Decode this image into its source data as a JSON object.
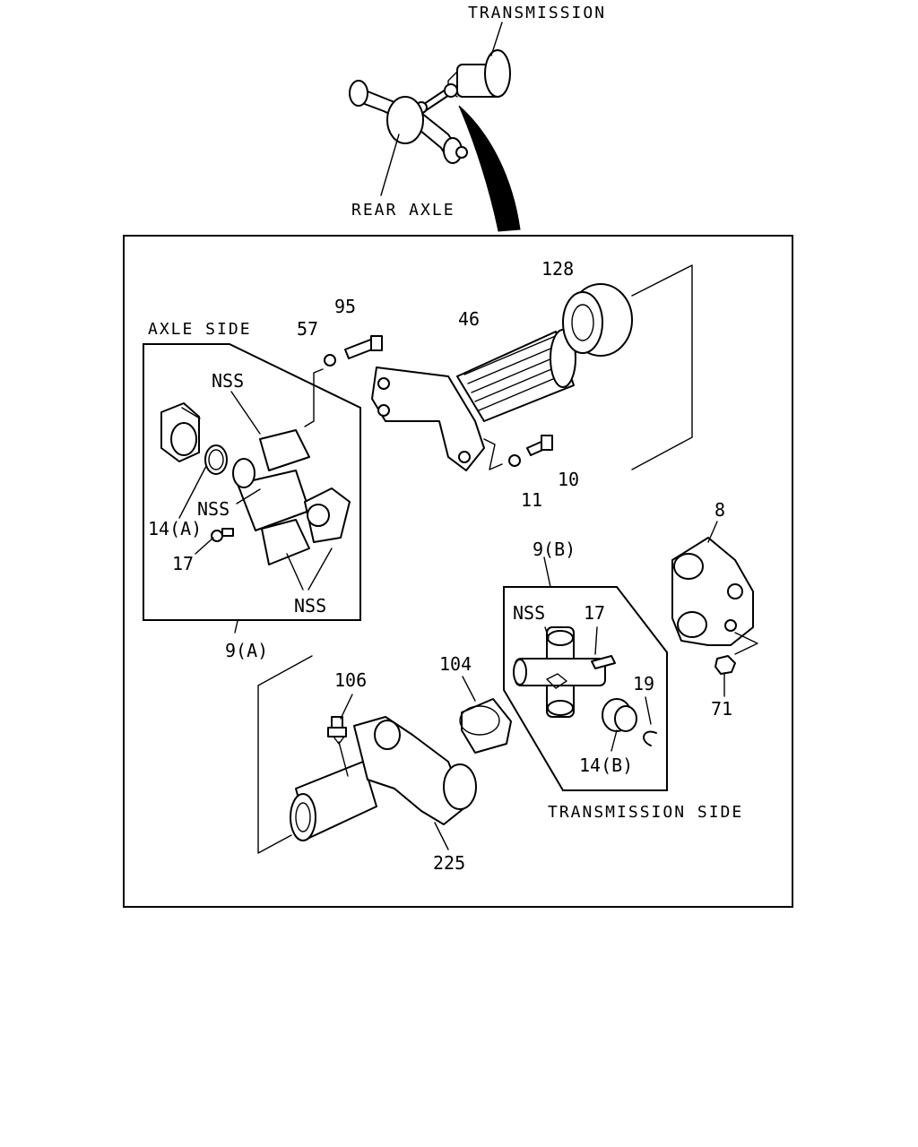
{
  "captions": {
    "transmission": "TRANSMISSION",
    "rear_axle": "REAR AXLE",
    "axle_side": "AXLE SIDE",
    "transmission_side": "TRANSMISSION SIDE"
  },
  "callouts": {
    "p128": "128",
    "p95": "95",
    "p46": "46",
    "p57": "57",
    "nss_top": "NSS",
    "nss_mid": "NSS",
    "nss_bottom": "NSS",
    "nss_right": "NSS",
    "p14a": "14(A)",
    "p17a": "17",
    "p10": "10",
    "p11": "11",
    "p8": "8",
    "p9b": "9(B)",
    "p17b": "17",
    "p19": "19",
    "p71": "71",
    "p14b": "14(B)",
    "p9a": "9(A)",
    "p106": "106",
    "p104": "104",
    "p225": "225"
  }
}
